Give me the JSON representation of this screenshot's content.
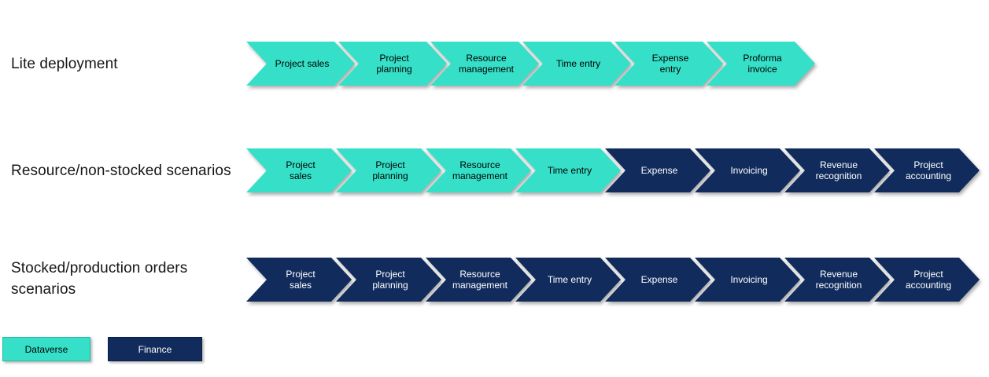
{
  "colors": {
    "background": "#FFFFFF",
    "dataverse": "#36E0C8",
    "dataverse_border": "#2BB9A5",
    "finance": "#112C5C",
    "finance_border": "#0A2145",
    "text_on_dataverse": "#000000",
    "text_on_finance": "#FFFFFF",
    "label_text": "#161616"
  },
  "rows": [
    {
      "label": "Lite deployment",
      "steps": [
        {
          "label": "Project sales",
          "scheme": "dataverse",
          "lines": [
            "Project sales"
          ]
        },
        {
          "label": "Project planning",
          "scheme": "dataverse",
          "lines": [
            "Project",
            "planning"
          ]
        },
        {
          "label": "Resource management",
          "scheme": "dataverse",
          "lines": [
            "Resource",
            "management"
          ]
        },
        {
          "label": "Time entry",
          "scheme": "dataverse",
          "lines": [
            "Time entry"
          ]
        },
        {
          "label": "Expense entry",
          "scheme": "dataverse",
          "lines": [
            "Expense",
            "entry"
          ]
        },
        {
          "label": "Proforma invoice",
          "scheme": "dataverse",
          "lines": [
            "Proforma",
            "invoice"
          ]
        }
      ]
    },
    {
      "label": "Resource/non-stocked scenarios",
      "steps": [
        {
          "label": "Project sales",
          "scheme": "dataverse",
          "lines": [
            "Project",
            "sales"
          ]
        },
        {
          "label": "Project planning",
          "scheme": "dataverse",
          "lines": [
            "Project",
            "planning"
          ]
        },
        {
          "label": "Resource management",
          "scheme": "dataverse",
          "lines": [
            "Resource",
            "management"
          ]
        },
        {
          "label": "Time entry",
          "scheme": "dataverse",
          "lines": [
            "Time entry"
          ]
        },
        {
          "label": "Expense",
          "scheme": "finance",
          "lines": [
            "Expense"
          ]
        },
        {
          "label": "Invoicing",
          "scheme": "finance",
          "lines": [
            "Invoicing"
          ]
        },
        {
          "label": "Revenue recognition",
          "scheme": "finance",
          "lines": [
            "Revenue",
            "recognition"
          ]
        },
        {
          "label": "Project accounting",
          "scheme": "finance",
          "lines": [
            "Project",
            "accounting"
          ]
        }
      ]
    },
    {
      "label": "Stocked/production orders scenarios",
      "steps": [
        {
          "label": "Project sales",
          "scheme": "finance",
          "lines": [
            "Project",
            "sales"
          ]
        },
        {
          "label": "Project planning",
          "scheme": "finance",
          "lines": [
            "Project",
            "planning"
          ]
        },
        {
          "label": "Resource management",
          "scheme": "finance",
          "lines": [
            "Resource",
            "management"
          ]
        },
        {
          "label": "Time entry",
          "scheme": "finance",
          "lines": [
            "Time entry"
          ]
        },
        {
          "label": "Expense",
          "scheme": "finance",
          "lines": [
            "Expense"
          ]
        },
        {
          "label": "Invoicing",
          "scheme": "finance",
          "lines": [
            "Invoicing"
          ]
        },
        {
          "label": "Revenue recognition",
          "scheme": "finance",
          "lines": [
            "Revenue",
            "recognition"
          ]
        },
        {
          "label": "Project accounting",
          "scheme": "finance",
          "lines": [
            "Project",
            "accounting"
          ]
        }
      ]
    }
  ],
  "legend": [
    {
      "label": "Dataverse",
      "scheme": "dataverse"
    },
    {
      "label": "Finance",
      "scheme": "finance"
    }
  ]
}
